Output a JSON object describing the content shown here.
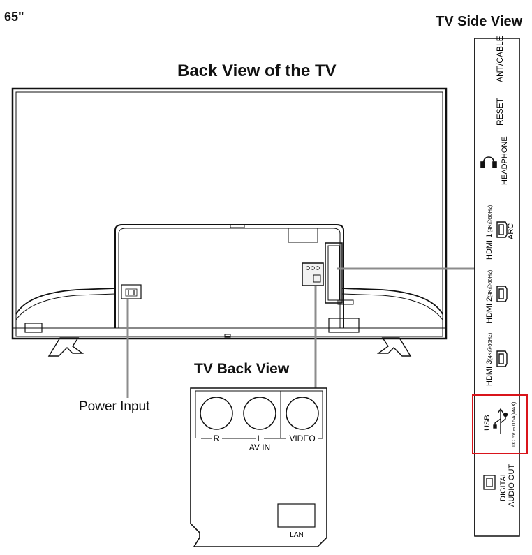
{
  "size_label": "65\"",
  "titles": {
    "side_view": "TV Side View",
    "back_view": "Back View of the TV",
    "panel_view": "TV Back View"
  },
  "callouts": {
    "power_input": "Power Input"
  },
  "back_panel": {
    "jack_labels": {
      "r": "R",
      "l": "L",
      "video": "VIDEO",
      "av_in": "AV IN"
    },
    "lan": "LAN"
  },
  "side_panel": {
    "ant_cable": "ANT/CABLE",
    "reset": "RESET",
    "headphone": "HEADPHONE",
    "hdmi1": "HDMI 1",
    "hdmi1_spec": "(4K@60Hz)",
    "arc": "ARC",
    "hdmi2": "HDMI 2",
    "hdmi2_spec": "(4K@60Hz)",
    "hdmi3": "HDMI 3",
    "hdmi3_spec": "(4K@60Hz)",
    "usb": "USB",
    "usb_spec": "DC 5V ⎓ 0.5A(MAX)",
    "digital": "DIGITAL",
    "audio_out": "AUDIO OUT"
  },
  "highlight_color": "#d9141b"
}
